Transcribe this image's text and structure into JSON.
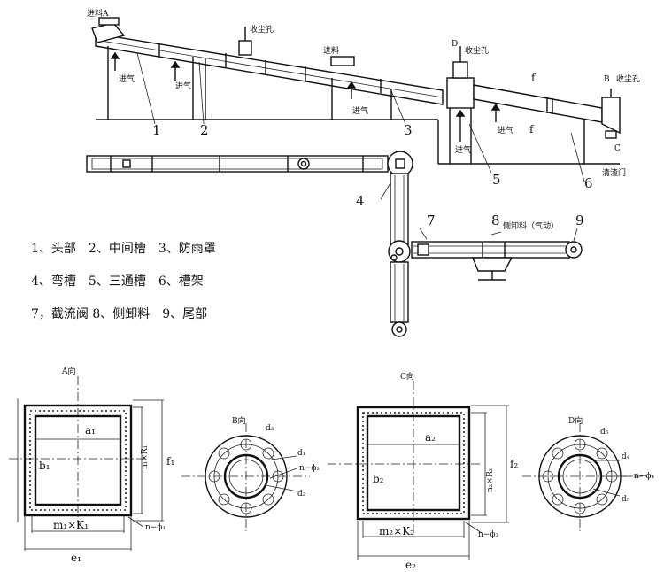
{
  "top_labels": {
    "feed_a": "进料A",
    "dust_port_1": "收尘孔",
    "feed_2": "进料",
    "dust_port_d": "收尘孔",
    "d_marker": "D",
    "b_marker": "B",
    "dust_port_b": "收尘孔",
    "f_label_1": "f",
    "f_label_2": "f",
    "air_1": "进气",
    "air_2": "进气",
    "air_3": "进气",
    "air_4": "进气",
    "air_5": "进气",
    "c_marker": "C",
    "clean_door": "清渣门",
    "side_discharge": "侧卸料（气动）"
  },
  "part_numbers": [
    "1",
    "2",
    "3",
    "4",
    "5",
    "6",
    "7",
    "8",
    "9"
  ],
  "legend": [
    "1、头部　2、中间槽　3、防雨罩",
    "4、弯槽　5、三通槽　6、槽架",
    "7，截流阀 8、侧卸料　9、尾部"
  ],
  "views": {
    "a_title": "A向",
    "a_width_label": "a₁",
    "a_height_label": "b₁",
    "a_n_label": "n₁×R₁",
    "a_f_label": "f₁",
    "a_m_label": "m₁×K₁",
    "a_e_label": "e₁",
    "a_hole_label": "n−ϕ₁",
    "b_title": "B向",
    "b_d1": "d₁",
    "b_d2": "d₂",
    "b_d3": "d₃",
    "b_hole_label": "n−ϕ₂",
    "c_title": "C向",
    "c_width_label": "a₂",
    "c_height_label": "b₂",
    "c_n_label": "n₂×R₂",
    "c_f_label": "f₂",
    "c_m_label": "m₂×K₂",
    "c_e_label": "e₂",
    "c_hole_label": "n−ϕ₃",
    "d_title": "D向",
    "d_d4": "d₄",
    "d_d5": "d₅",
    "d_d6": "d₆",
    "d_hole_label": "n−ϕ₄"
  }
}
